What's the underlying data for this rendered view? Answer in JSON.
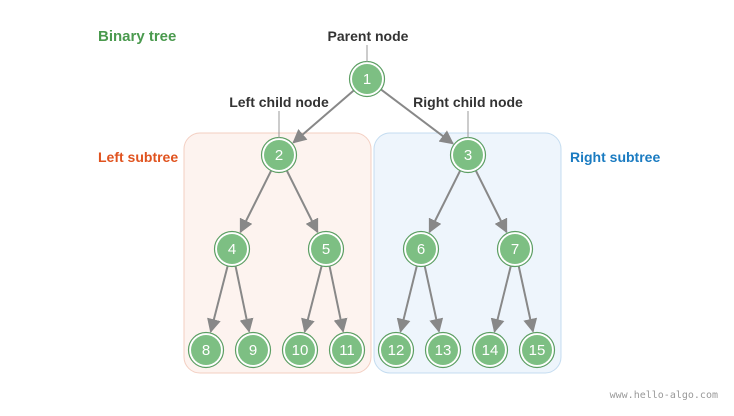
{
  "title": "Binary tree",
  "callouts": {
    "parent": "Parent node",
    "left_child": "Left child node",
    "right_child": "Right child node",
    "left_subtree": "Left subtree",
    "right_subtree": "Right subtree"
  },
  "nodes": [
    "1",
    "2",
    "3",
    "4",
    "5",
    "6",
    "7",
    "8",
    "9",
    "10",
    "11",
    "12",
    "13",
    "14",
    "15"
  ],
  "watermark": "www.hello-algo.com",
  "colors": {
    "node_fill": "#7dbf83",
    "node_ring": "#5c9e63",
    "edge": "#888888",
    "title": "#4a9a4e",
    "left_subtree": "#e0531f",
    "right_subtree": "#1a7bc1",
    "left_bg": "#fdf3ef",
    "right_bg": "#eef5fc"
  }
}
